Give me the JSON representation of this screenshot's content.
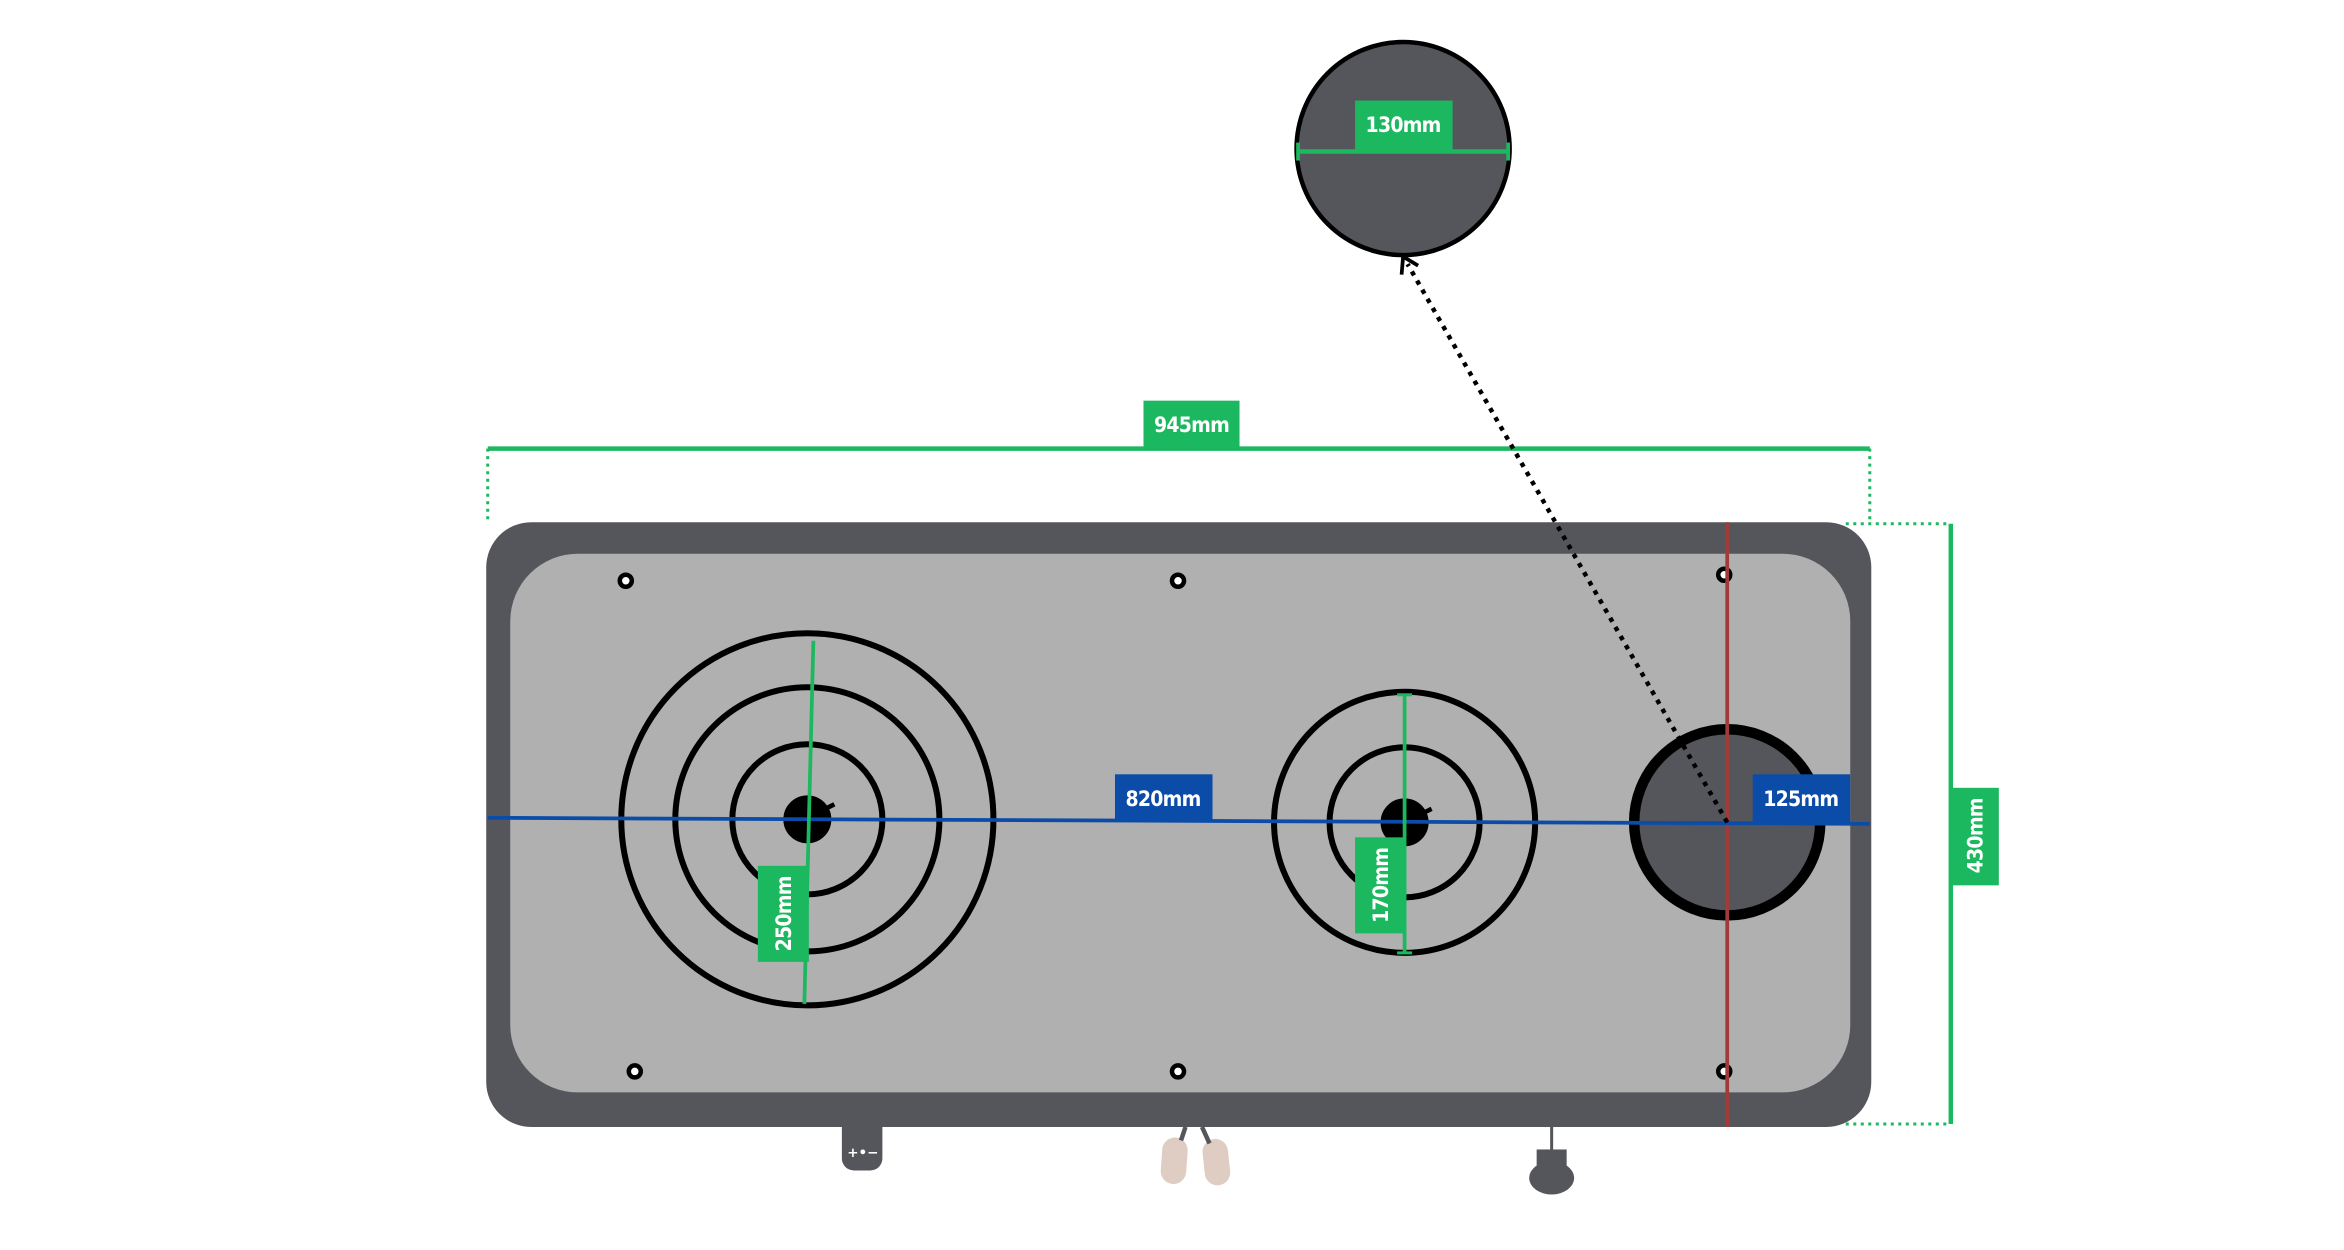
{
  "colors": {
    "green": "#1bb85f",
    "blue": "#0a4ca8",
    "red": "#a33a3a",
    "body": "#55565b",
    "plate": "#b0b0b0",
    "plug": "#dfcdc3"
  },
  "dimensions": {
    "overall_width": "945mm",
    "overall_height": "430mm",
    "burner_span": "820mm",
    "large_burner": "250mm",
    "small_burner": "170mm",
    "drain_offset": "125mm",
    "drain_detail": "130mm"
  },
  "connector": {
    "polarity": "+•−"
  }
}
